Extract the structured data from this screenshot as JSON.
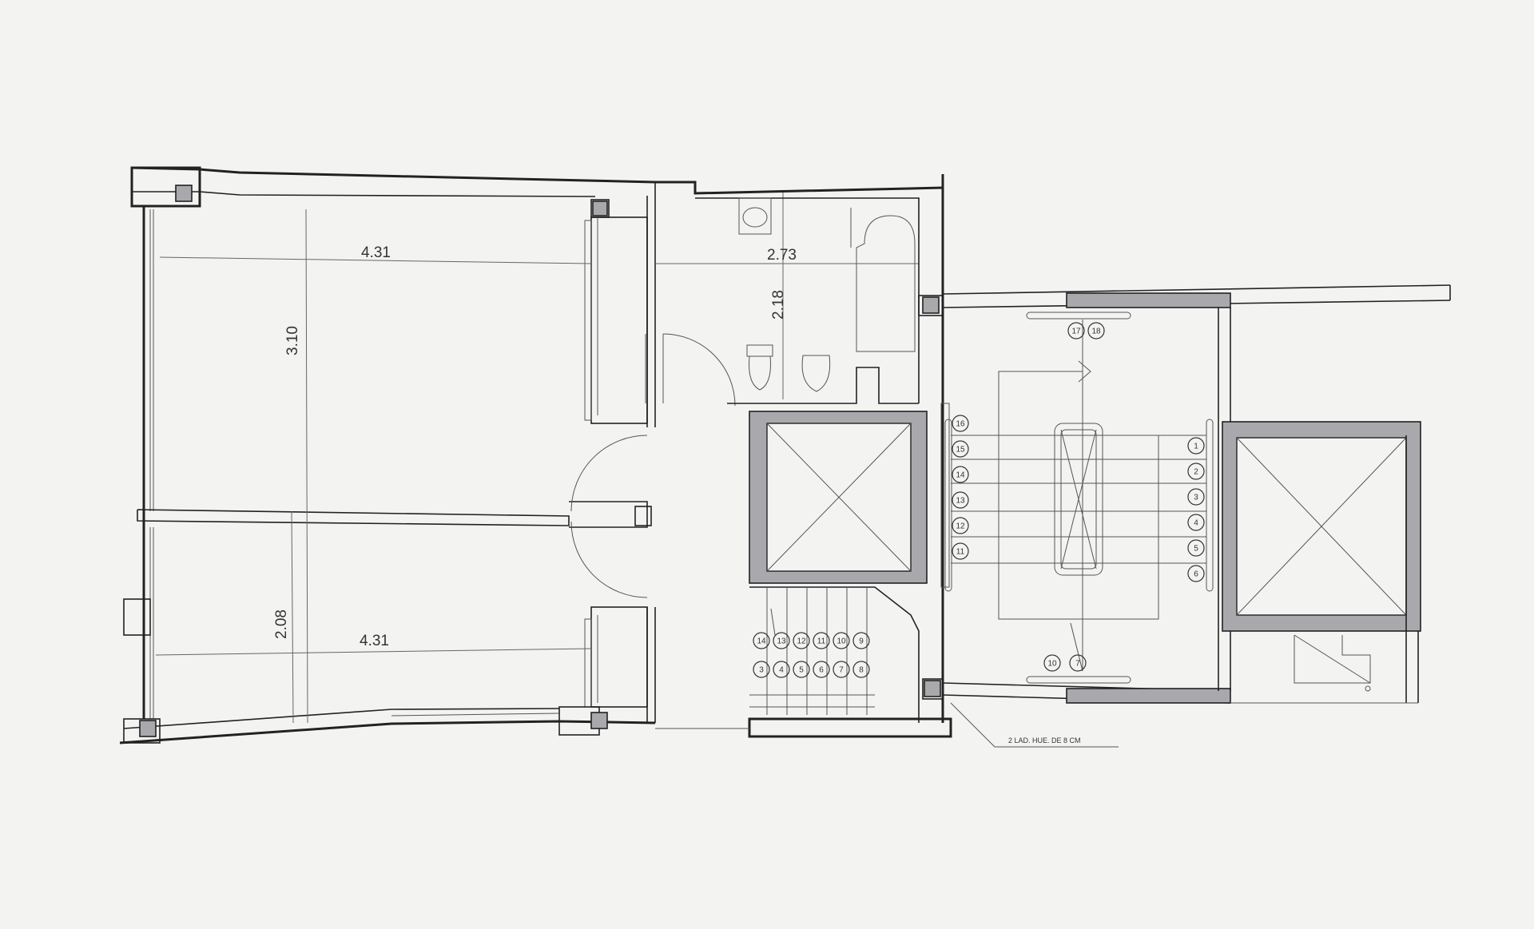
{
  "dimensions": {
    "top_left_width": "4.31",
    "top_left_height": "3.10",
    "bathroom_width": "2.73",
    "bathroom_depth": "2.18",
    "bottom_left_height": "2.08",
    "bottom_left_width": "4.31"
  },
  "stair_right": {
    "left_steps": [
      "16",
      "15",
      "14",
      "13",
      "12",
      "11"
    ],
    "right_steps": [
      "1",
      "2",
      "3",
      "4",
      "5",
      "6"
    ],
    "top_pair": [
      "17",
      "18"
    ],
    "bottom_pair": [
      "10",
      "7"
    ]
  },
  "stair_small": {
    "top_row": [
      "14",
      "13",
      "12",
      "11",
      "10",
      "9"
    ],
    "bottom_row": [
      "3",
      "4",
      "5",
      "6",
      "7",
      "8"
    ]
  },
  "annotation": "2 LAD. HUE. DE 8 CM",
  "colors": {
    "wall_fill": "#a9a9ad",
    "line": "#222222",
    "paper": "#f3f3f1"
  }
}
